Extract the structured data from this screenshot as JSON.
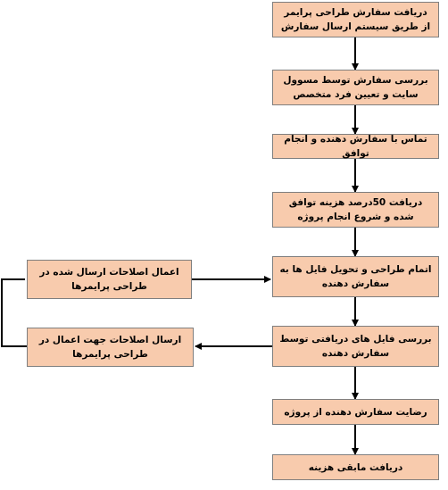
{
  "flowchart": {
    "fill_color": "#f8cbad",
    "border_color": "#7f7f7f",
    "steps": [
      "دریافت سفارش طراحی پرایمر از طریق سیستم ارسال سفارش",
      "بررسی سفارش توسط مسوول سایت و تعیین فرد متخصص",
      "تماس با سفارش دهنده و انجام توافق",
      "دریافت 50درصد هزینه توافق شده و شروع انجام پروژه",
      "اتمام طراحی و تحویل فایل ها به سفارش دهنده",
      "بررسی فایل های دریافتی توسط سفارش دهنده",
      "رضایت سفارش دهنده از پروژه",
      "دریافت مابقی هزینه"
    ],
    "side_steps": [
      "اعمال اصلاحات ارسال شده در طراحی پرایمرها",
      "ارسال اصلاحات جهت اعمال در طراحی پرایمرها"
    ]
  }
}
